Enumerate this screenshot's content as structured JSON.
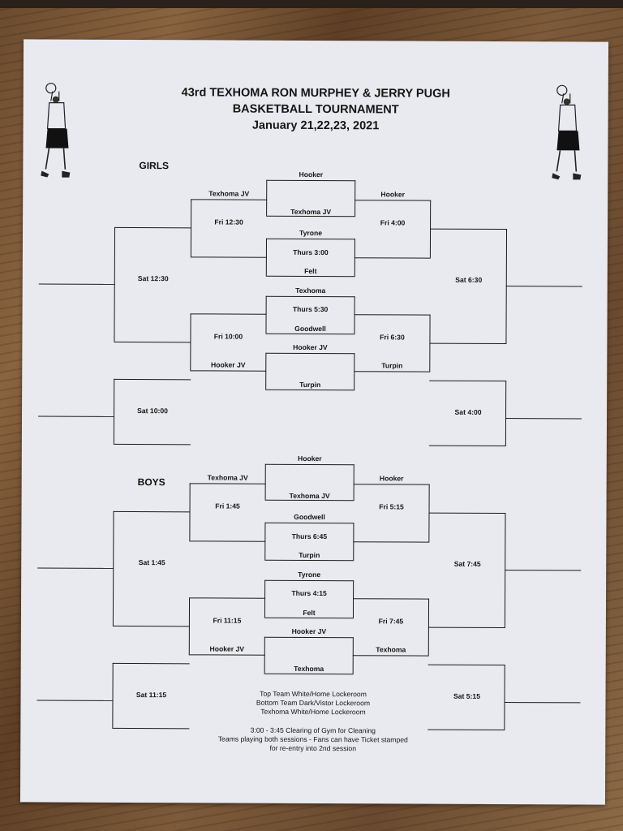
{
  "document": {
    "title_lines": [
      "43rd TEXHOMA RON MURPHEY & JERRY PUGH",
      "BASKETBALL TOURNAMENT",
      "January 21,22,23, 2021"
    ]
  },
  "girls": {
    "section_label": "GIRLS",
    "teams": {
      "r1_g1_top": "Hooker",
      "r1_g1_bottom": "Texhoma JV",
      "r1_g2_top": "Tyrone",
      "r1_g2_bottom": "Felt",
      "r1_g3_top": "Texhoma",
      "r1_g3_bottom": "Goodwell",
      "r1_g4_top": "Hooker JV",
      "r1_g4_bottom": "Turpin",
      "left_upper": "Texhoma JV",
      "left_lower": "Hooker JV",
      "right_upper": "Hooker",
      "right_lower": "Turpin"
    },
    "times": {
      "thurs_g2": "Thurs 3:00",
      "thurs_g3": "Thurs 5:30",
      "fri_left_upper": "Fri 12:30",
      "fri_left_lower": "Fri 10:00",
      "fri_right_upper": "Fri 4:00",
      "fri_right_lower": "Fri 6:30",
      "sat_left_main": "Sat 12:30",
      "sat_left_consol": "Sat 10:00",
      "sat_right_main": "Sat 6:30",
      "sat_right_consol": "Sat 4:00"
    }
  },
  "boys": {
    "section_label": "BOYS",
    "teams": {
      "r1_g1_top": "Hooker",
      "r1_g1_bottom": "Texhoma JV",
      "r1_g2_top": "Goodwell",
      "r1_g2_bottom": "Turpin",
      "r1_g3_top": "Tyrone",
      "r1_g3_bottom": "Felt",
      "r1_g4_top": "Hooker JV",
      "r1_g4_bottom": "Texhoma",
      "left_upper": "Texhoma JV",
      "left_lower": "Hooker JV",
      "right_upper": "Hooker",
      "right_lower": "Texhoma"
    },
    "times": {
      "thurs_g2": "Thurs 6:45",
      "thurs_g3": "Thurs 4:15",
      "fri_left_upper": "Fri 1:45",
      "fri_left_lower": "Fri 11:15",
      "fri_right_upper": "Fri 5:15",
      "fri_right_lower": "Fri 7:45",
      "sat_left_main": "Sat 1:45",
      "sat_left_consol": "Sat 11:15",
      "sat_right_main": "Sat 7:45",
      "sat_right_consol": "Sat 5:15"
    }
  },
  "notes": {
    "lines": [
      "Top Team White/Home Lockeroom",
      "Bottom Team Dark/Vistor Lockeroom",
      "Texhoma White/Home Lockeroom",
      "",
      "3:00 - 3:45 Clearing of Gym for Cleaning",
      "Teams playing both sessions - Fans can have Ticket stamped",
      "for re-entry into 2nd session"
    ]
  },
  "icons": {
    "left": "basketball-player-icon",
    "right": "basketball-player-icon"
  }
}
